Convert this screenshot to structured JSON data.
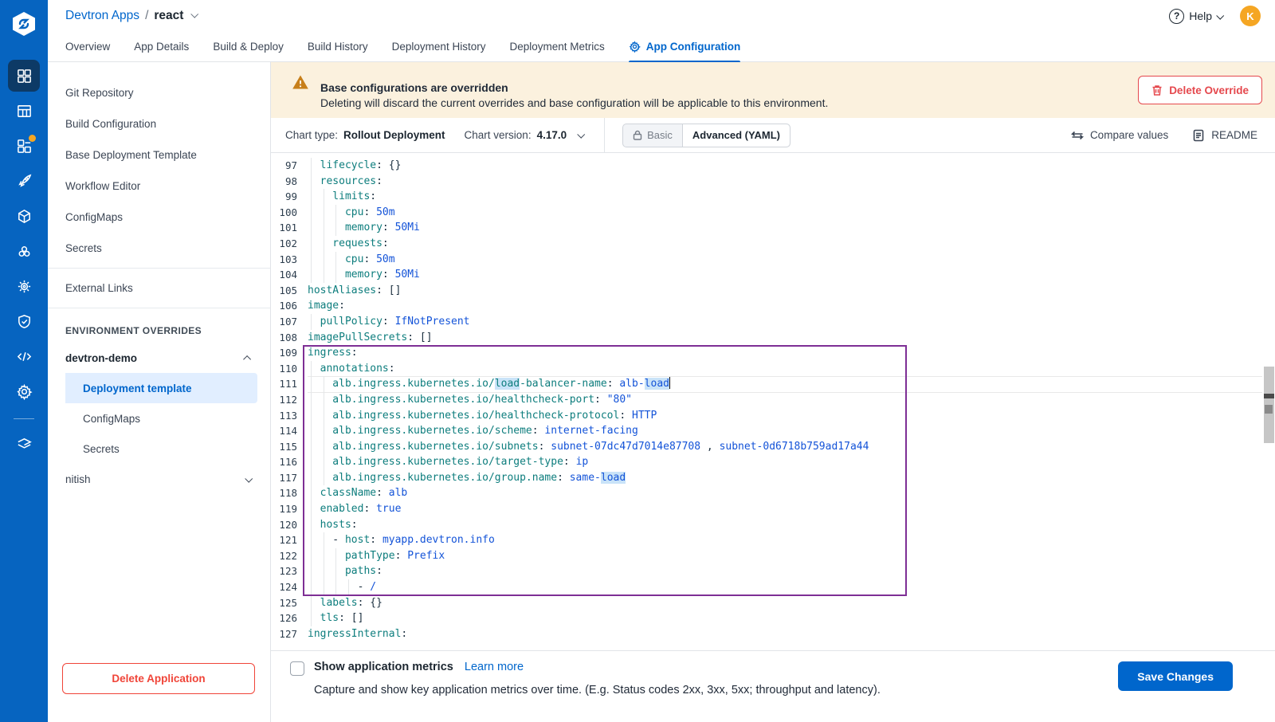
{
  "header": {
    "breadcrumb_app": "Devtron Apps",
    "breadcrumb_sep": "/",
    "breadcrumb_current": "react",
    "help_label": "Help",
    "help_icon_glyph": "?",
    "avatar_initial": "K"
  },
  "tabs": [
    {
      "label": "Overview"
    },
    {
      "label": "App Details"
    },
    {
      "label": "Build & Deploy"
    },
    {
      "label": "Build History"
    },
    {
      "label": "Deployment History"
    },
    {
      "label": "Deployment Metrics"
    },
    {
      "label": "App Configuration",
      "active": true,
      "icon": "gear-icon"
    }
  ],
  "rail_icons": [
    "apps-grid-icon",
    "charts-icon",
    "widgets-notification-icon",
    "rocket-icon",
    "cube-icon",
    "cluster-icon",
    "settings-sun-icon",
    "shield-check-icon",
    "code-icon",
    "gear-icon",
    "stack-icon"
  ],
  "nav": {
    "items": [
      "Git Repository",
      "Build Configuration",
      "Base Deployment Template",
      "Workflow Editor",
      "ConfigMaps",
      "Secrets"
    ],
    "external_links": "External Links",
    "section_header": "ENVIRONMENT OVERRIDES",
    "env_expanded": "devtron-demo",
    "env_children": [
      "Deployment template",
      "ConfigMaps",
      "Secrets"
    ],
    "env_selected_child": "Deployment template",
    "env_collapsed": "nitish",
    "delete_button": "Delete Application"
  },
  "banner": {
    "title": "Base configurations are overridden",
    "description": "Deleting will discard the current overrides and base configuration will be applicable to this environment.",
    "delete_override_label": "Delete Override"
  },
  "toolbar": {
    "chart_type_label": "Chart type:",
    "chart_type_value": "Rollout Deployment",
    "chart_version_label": "Chart version:",
    "chart_version_value": "4.17.0",
    "mode_basic": "Basic",
    "mode_advanced": "Advanced (YAML)",
    "compare_label": "Compare values",
    "readme_label": "README"
  },
  "editor": {
    "first_line_number": 97,
    "last_line_number": 127,
    "search_highlight_term": "load",
    "lines": [
      {
        "n": 97,
        "t": [
          [
            "k",
            "  lifecycle"
          ],
          [
            "p",
            ": "
          ],
          [
            "p",
            "{}"
          ]
        ]
      },
      {
        "n": 98,
        "t": [
          [
            "k",
            "  resources"
          ],
          [
            "p",
            ":"
          ]
        ]
      },
      {
        "n": 99,
        "t": [
          [
            "k",
            "    limits"
          ],
          [
            "p",
            ":"
          ]
        ]
      },
      {
        "n": 100,
        "t": [
          [
            "k",
            "      cpu"
          ],
          [
            "p",
            ": "
          ],
          [
            "v",
            "50m"
          ]
        ]
      },
      {
        "n": 101,
        "t": [
          [
            "k",
            "      memory"
          ],
          [
            "p",
            ": "
          ],
          [
            "v",
            "50Mi"
          ]
        ]
      },
      {
        "n": 102,
        "t": [
          [
            "k",
            "    requests"
          ],
          [
            "p",
            ":"
          ]
        ]
      },
      {
        "n": 103,
        "t": [
          [
            "k",
            "      cpu"
          ],
          [
            "p",
            ": "
          ],
          [
            "v",
            "50m"
          ]
        ]
      },
      {
        "n": 104,
        "t": [
          [
            "k",
            "      memory"
          ],
          [
            "p",
            ": "
          ],
          [
            "v",
            "50Mi"
          ]
        ]
      },
      {
        "n": 105,
        "t": [
          [
            "k",
            "hostAliases"
          ],
          [
            "p",
            ": "
          ],
          [
            "p",
            "[]"
          ]
        ]
      },
      {
        "n": 106,
        "t": [
          [
            "k",
            "image"
          ],
          [
            "p",
            ":"
          ]
        ]
      },
      {
        "n": 107,
        "t": [
          [
            "k",
            "  pullPolicy"
          ],
          [
            "p",
            ": "
          ],
          [
            "v",
            "IfNotPresent"
          ]
        ]
      },
      {
        "n": 108,
        "t": [
          [
            "k",
            "imagePullSecrets"
          ],
          [
            "p",
            ": "
          ],
          [
            "p",
            "[]"
          ]
        ]
      },
      {
        "n": 109,
        "t": [
          [
            "k",
            "ingress"
          ],
          [
            "p",
            ":"
          ]
        ]
      },
      {
        "n": 110,
        "t": [
          [
            "k",
            "  annotations"
          ],
          [
            "p",
            ":"
          ]
        ]
      },
      {
        "n": 111,
        "t": [
          [
            "k",
            "    alb.ingress.kubernetes.io/"
          ],
          [
            "hk",
            "load"
          ],
          [
            "k",
            "-balancer-name"
          ],
          [
            "p",
            ": "
          ],
          [
            "v",
            "alb-"
          ],
          [
            "hv",
            "load"
          ],
          [
            "c",
            ""
          ]
        ]
      },
      {
        "n": 112,
        "t": [
          [
            "k",
            "    alb.ingress.kubernetes.io/healthcheck-port"
          ],
          [
            "p",
            ": "
          ],
          [
            "v",
            "\"80\""
          ]
        ]
      },
      {
        "n": 113,
        "t": [
          [
            "k",
            "    alb.ingress.kubernetes.io/healthcheck-protocol"
          ],
          [
            "p",
            ": "
          ],
          [
            "v",
            "HTTP"
          ]
        ]
      },
      {
        "n": 114,
        "t": [
          [
            "k",
            "    alb.ingress.kubernetes.io/scheme"
          ],
          [
            "p",
            ": "
          ],
          [
            "v",
            "internet-facing"
          ]
        ]
      },
      {
        "n": 115,
        "t": [
          [
            "k",
            "    alb.ingress.kubernetes.io/subnets"
          ],
          [
            "p",
            ": "
          ],
          [
            "v",
            "subnet-07dc47d7014e87708 "
          ],
          [
            "p",
            ", "
          ],
          [
            "v",
            "subnet-0d6718b759ad17a44"
          ]
        ]
      },
      {
        "n": 116,
        "t": [
          [
            "k",
            "    alb.ingress.kubernetes.io/target-type"
          ],
          [
            "p",
            ": "
          ],
          [
            "v",
            "ip"
          ]
        ]
      },
      {
        "n": 117,
        "t": [
          [
            "k",
            "    alb.ingress.kubernetes.io/group.name"
          ],
          [
            "p",
            ": "
          ],
          [
            "v",
            "same-"
          ],
          [
            "hv",
            "load"
          ]
        ]
      },
      {
        "n": 118,
        "t": [
          [
            "k",
            "  className"
          ],
          [
            "p",
            ": "
          ],
          [
            "v",
            "alb"
          ]
        ]
      },
      {
        "n": 119,
        "t": [
          [
            "k",
            "  enabled"
          ],
          [
            "p",
            ": "
          ],
          [
            "v",
            "true"
          ]
        ]
      },
      {
        "n": 120,
        "t": [
          [
            "k",
            "  hosts"
          ],
          [
            "p",
            ":"
          ]
        ]
      },
      {
        "n": 121,
        "t": [
          [
            "p",
            "    - "
          ],
          [
            "k",
            "host"
          ],
          [
            "p",
            ": "
          ],
          [
            "v",
            "myapp.devtron.info"
          ]
        ]
      },
      {
        "n": 122,
        "t": [
          [
            "k",
            "      pathType"
          ],
          [
            "p",
            ": "
          ],
          [
            "v",
            "Prefix"
          ]
        ]
      },
      {
        "n": 123,
        "t": [
          [
            "k",
            "      paths"
          ],
          [
            "p",
            ":"
          ]
        ]
      },
      {
        "n": 124,
        "t": [
          [
            "p",
            "        - "
          ],
          [
            "v",
            "/"
          ]
        ]
      },
      {
        "n": 125,
        "t": [
          [
            "k",
            "  labels"
          ],
          [
            "p",
            ": "
          ],
          [
            "p",
            "{}"
          ]
        ]
      },
      {
        "n": 126,
        "t": [
          [
            "k",
            "  tls"
          ],
          [
            "p",
            ": "
          ],
          [
            "p",
            "[]"
          ]
        ]
      },
      {
        "n": 127,
        "t": [
          [
            "k",
            "ingressInternal"
          ],
          [
            "p",
            ":"
          ]
        ]
      }
    ]
  },
  "footer": {
    "checkbox_label": "Show application metrics",
    "checkbox_checked": false,
    "learn_more_label": "Learn more",
    "description": "Capture and show key application metrics over time. (E.g. Status codes 2xx, 3xx, 5xx; throughput and latency).",
    "save_label": "Save Changes"
  },
  "colors": {
    "rail_blue": "#0664C0",
    "accent_blue": "#0066CC",
    "banner_bg": "#FBF1DE",
    "warning_amber": "#C77F1A",
    "danger_red": "#E5484D",
    "selection_box_purple": "#7E2F95",
    "yaml_key_teal": "#0D7D7D",
    "yaml_value_blue": "#1353D8",
    "search_match_bg": "#C9E3F8",
    "avatar_orange": "#F5A623"
  }
}
